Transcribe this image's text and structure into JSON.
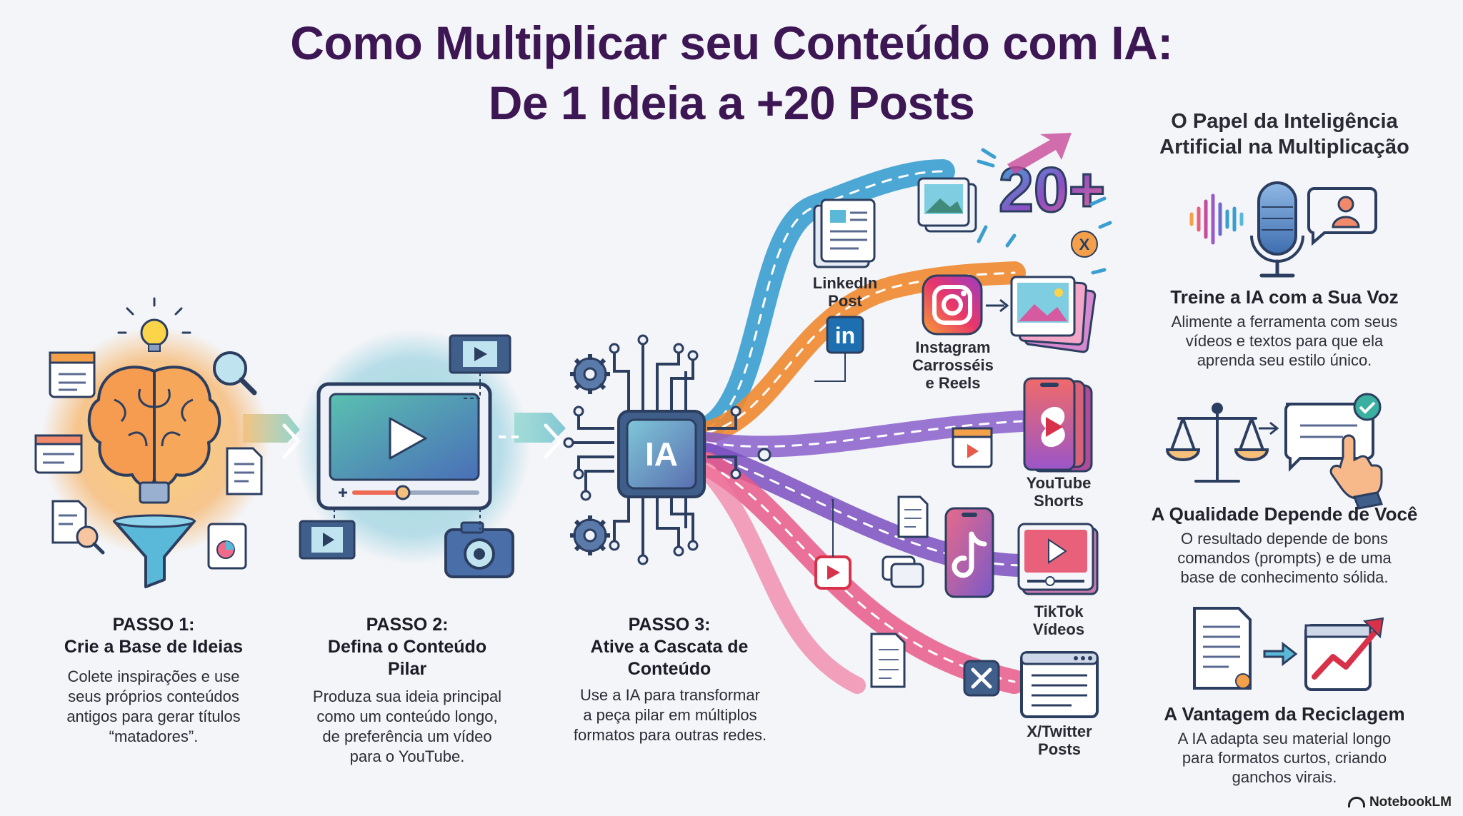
{
  "title": {
    "line1": "Como Multiplicar seu Conteúdo com IA:",
    "line2": "De 1 Ideia a +20 Posts"
  },
  "steps": [
    {
      "heading1": "PASSO 1:",
      "heading2": "Crie a Base de Ideias",
      "desc": [
        "Colete inspirações e use",
        "seus próprios conteúdos",
        "antigos para gerar títulos",
        "“matadores”."
      ]
    },
    {
      "heading1": "PASSO 2:",
      "heading2": "Defina o Conteúdo",
      "heading3": "Pilar",
      "desc": [
        "Produza sua ideia principal",
        "como um conteúdo longo,",
        "de preferência um vídeo",
        "para o YouTube."
      ]
    },
    {
      "heading1": "PASSO 3:",
      "heading2": "Ative a Cascata de",
      "heading3": "Conteúdo",
      "desc": [
        "Use a IA para transformar",
        "a peça pilar em múltiplos",
        "formatos para outras redes."
      ]
    }
  ],
  "chip_label": "IA",
  "big_counter": "20+",
  "platforms": [
    {
      "line1": "LinkedIn",
      "line2": "Post"
    },
    {
      "line1": "Instagram",
      "line2": "Carrosséis",
      "line3": "e Reels"
    },
    {
      "line1": "YouTube",
      "line2": "Shorts"
    },
    {
      "line1": "TikTok",
      "line2": "Vídeos"
    },
    {
      "line1": "X/Twitter",
      "line2": "Posts"
    }
  ],
  "right_panel": {
    "heading1": "O Papel da Inteligência",
    "heading2": "Artificial na Multiplicação",
    "items": [
      {
        "title": "Treine a IA com a Sua Voz",
        "desc": [
          "Alimente a ferramenta com seus",
          "vídeos e textos para que ela",
          "aprenda seu estilo único."
        ]
      },
      {
        "title": "A Qualidade Depende de Você",
        "desc": [
          "O resultado depende de bons",
          "comandos (prompts) e de uma",
          "base de conhecimento sólida."
        ]
      },
      {
        "title": "A Vantagem da Reciclagem",
        "desc": [
          "A IA adapta seu material longo",
          "para formatos curtos, criando",
          "ganchos virais."
        ]
      }
    ]
  },
  "watermark": "NotebookLM",
  "colors": {
    "title": "#3d1754",
    "flow_blue": "#3a9fd0",
    "flow_orange": "#f08a30",
    "flow_purple": "#7a4fc0",
    "flow_pink": "#e85a8a",
    "flow_teal": "#5cc3b8"
  },
  "icons": [
    "lightbulb-icon",
    "brain-icon",
    "funnel-icon",
    "magnifier-icon",
    "calendar-icon",
    "document-icon",
    "video-player-icon",
    "film-icon",
    "camera-icon",
    "ai-chip-icon",
    "gear-icon",
    "linkedin-icon",
    "instagram-icon",
    "youtube-shorts-icon",
    "tiktok-icon",
    "x-twitter-icon",
    "microphone-icon",
    "soundwave-icon",
    "avatar-bubble-icon",
    "scale-icon",
    "chat-check-icon",
    "hand-pointer-icon",
    "document-list-icon",
    "growth-chart-icon"
  ]
}
